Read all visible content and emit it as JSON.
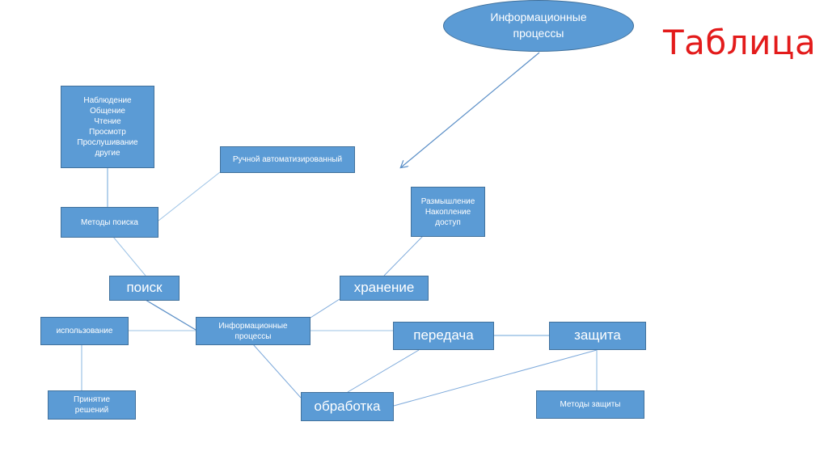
{
  "slide": {
    "title": "Таблица",
    "title_color": "#e31b1b",
    "shape_fill": "#5b9bd5",
    "shape_border": "#41719c",
    "line_color": "#5b9bd5",
    "ellipse": {
      "label": "Информационные\nпроцессы"
    }
  },
  "nodes": {
    "activities": "Наблюдение\nОбщение\nЧтение\nПросмотр\nПрослушивание\nдругие",
    "manual_auto": "Ручной автоматизированный",
    "search_methods": "Методы поиска",
    "search": "поиск",
    "storage_details": "Размышление\nНакопление\nдоступ",
    "storage": "хранение",
    "usage": "использование",
    "center": "Информационные\nпроцессы",
    "transfer": "передача",
    "protection": "защита",
    "decision": "Принятие\nрешений",
    "processing": "обработка",
    "protection_methods": "Методы защиты"
  },
  "edges": [
    [
      "activities",
      "search_methods"
    ],
    [
      "search_methods",
      "manual_auto"
    ],
    [
      "search_methods",
      "search"
    ],
    [
      "search",
      "center"
    ],
    [
      "usage",
      "center"
    ],
    [
      "usage",
      "decision"
    ],
    [
      "center",
      "storage"
    ],
    [
      "storage",
      "storage_details"
    ],
    [
      "center",
      "transfer"
    ],
    [
      "transfer",
      "protection"
    ],
    [
      "center",
      "processing"
    ],
    [
      "transfer",
      "processing"
    ],
    [
      "protection",
      "processing"
    ],
    [
      "protection",
      "protection_methods"
    ],
    [
      "ellipse",
      "arrow_target"
    ]
  ]
}
